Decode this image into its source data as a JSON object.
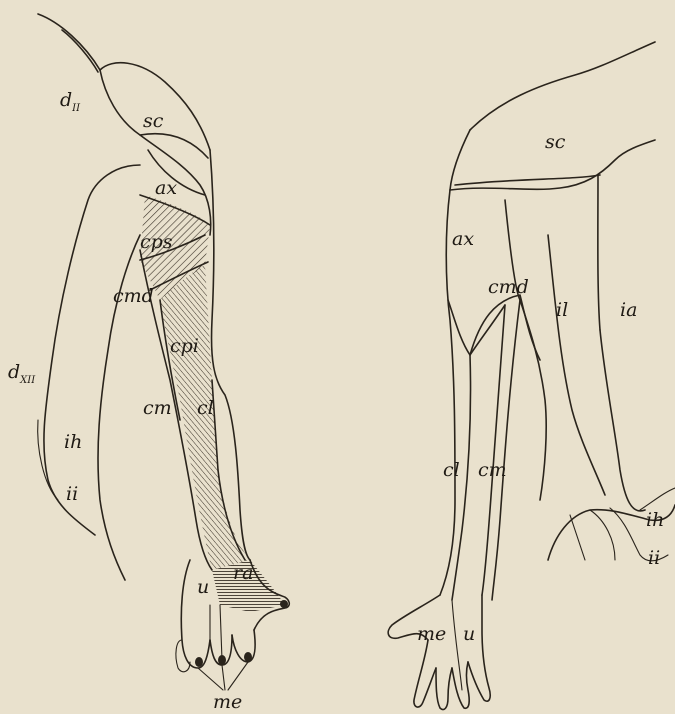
{
  "colors": {
    "paper": "#e9e1cd",
    "ink": "#2a241c",
    "hatch": "#3a3228"
  },
  "left_figure": {
    "labels": {
      "d2": {
        "main": "d",
        "sub": "II"
      },
      "sc": "sc",
      "ax": "ax",
      "cps": "cps",
      "cmd": "cmd",
      "cpi": "cpi",
      "d12": {
        "main": "d",
        "sub": "XII"
      },
      "cm": "cm",
      "cl": "cl",
      "ih": "ih",
      "ii": "ii",
      "u": "u",
      "ra": "ra",
      "me": "me"
    }
  },
  "right_figure": {
    "labels": {
      "sc": "sc",
      "ax": "ax",
      "cmd": "cmd",
      "il": "il",
      "ia": "ia",
      "cl": "cl",
      "cm": "cm",
      "ih": "ih",
      "ii": "ii",
      "me": "me",
      "u": "u"
    }
  }
}
